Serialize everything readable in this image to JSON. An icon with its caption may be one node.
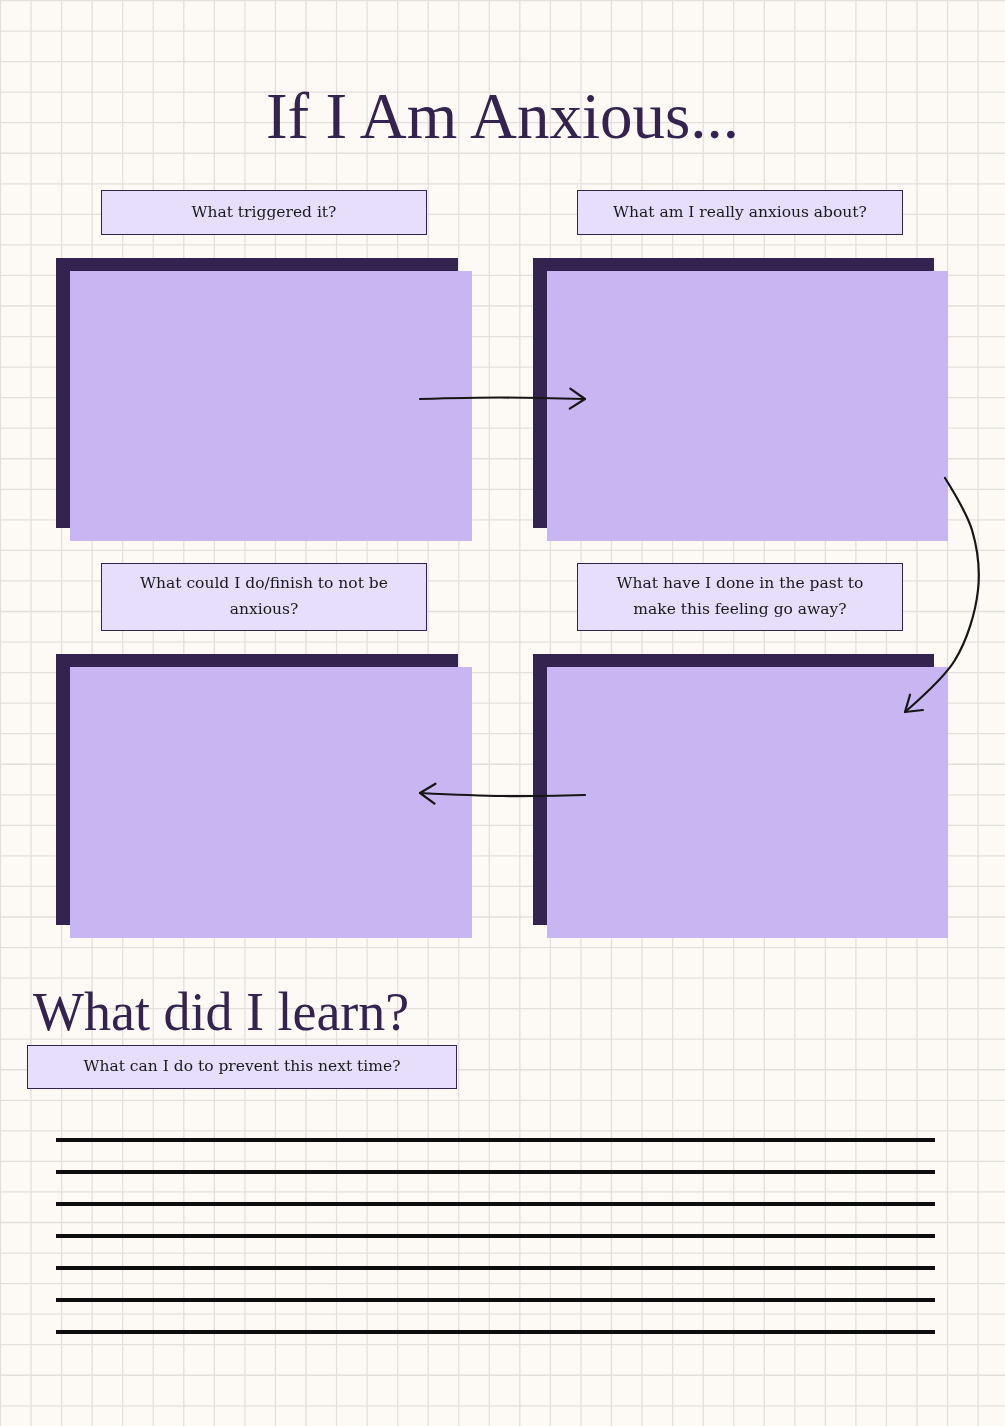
{
  "diagram": {
    "title": "If I Am Anxious...",
    "nodes": [
      {
        "text": [
          "What triggered it?"
        ]
      },
      {
        "text": [
          "What am I really anxious about?"
        ]
      },
      {
        "text": [],
        "shape": "box"
      },
      {
        "text": [],
        "shape": "box"
      },
      {
        "text": [
          "What could I do/finish to not be anxious?"
        ]
      },
      {
        "text": [
          "What have I done in the past to make this feeling go away?"
        ]
      },
      {
        "text": [],
        "shape": "box"
      },
      {
        "text": [],
        "shape": "box"
      },
      {
        "text": [
          "What can I do to prevent this next time?"
        ]
      }
    ],
    "edges": [
      {
        "from": 2,
        "to": 3,
        "arrow": "to"
      },
      {
        "from": 3,
        "to": 7,
        "arrow": "to"
      },
      {
        "from": 7,
        "to": 6,
        "arrow": "to"
      }
    ],
    "labels": [
      "What did I learn?"
    ]
  }
}
